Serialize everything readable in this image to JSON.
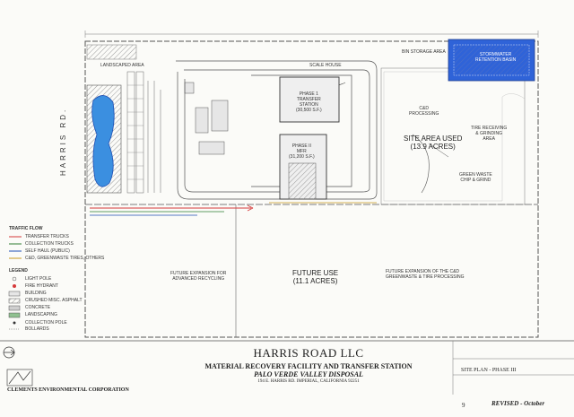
{
  "road_label": "HARRIS RD.",
  "title": {
    "company": "HARRIS ROAD LLC",
    "line1": "MATERIAL RECOVERY FACILITY AND TRANSFER STATION",
    "line2": "PALO VERDE VALLEY DISPOSAL",
    "address": "194 E. HARRIS RD. IMPERIAL, CALIFORNIA 92251"
  },
  "consultant": "CLEMENTS ENVIRONMENTAL CORPORATION",
  "sheet": "SITE PLAN - PHASE III",
  "page_number": "9",
  "revised": "REVISED - October",
  "areas": {
    "phase1": [
      "PHASE 1",
      "TRANSFER",
      "STATION",
      "(30,500 S.F.)"
    ],
    "phase2": [
      "PHASE II",
      "MFR",
      "(31,200 S.F.)"
    ],
    "site_area": [
      "SITE AREA USED",
      "(13.9 ACRES)"
    ],
    "future_use": [
      "FUTURE USE",
      "(11.1 ACRES)"
    ],
    "cd_processing": [
      "C&D",
      "PROCESSING"
    ],
    "tire": [
      "TIRE RECEIVING",
      "& GRINDING",
      "AREA"
    ],
    "green_waste": [
      "GREEN WASTE",
      "CHIP & GRIND"
    ],
    "storage": "BIN STORAGE AREA",
    "stormwater": [
      "STORMWATER",
      "RETENTION BASIN"
    ],
    "future_left": [
      "FUTURE EXPANSION FOR",
      "ADVANCED RECYCLING"
    ],
    "future_right": [
      "FUTURE EXPANSION OF THE C&D",
      "GREENWASTE & TIRE PROCESSING"
    ],
    "landscape": "LANDSCAPED AREA",
    "scale_house": "SCALE HOUSE"
  },
  "legend": {
    "traffic_title": "TRAFFIC FLOW",
    "traffic": [
      "TRANSFER TRUCKS",
      "COLLECTION TRUCKS",
      "SELF HAUL (PUBLIC)",
      "C&D, GREENWASTE TIRES, OTHERS"
    ],
    "legend_title": "LEGEND",
    "items": [
      "LIGHT POLE",
      "FIRE HYDRANT",
      "BUILDING",
      "CRUSHED MISC. ASPHALT",
      "CONCRETE",
      "LANDSCAPING",
      "COLLECTION POLE",
      "BOLLARDS"
    ],
    "colors": {
      "transfer": "#d63a3a",
      "collection": "#2f7d32",
      "self_haul": "#1f4fb3",
      "cd": "#c99a1f",
      "basin": "#2f63d8",
      "pond": "#3b8fe0",
      "hatch": "#8a8a8a"
    }
  }
}
